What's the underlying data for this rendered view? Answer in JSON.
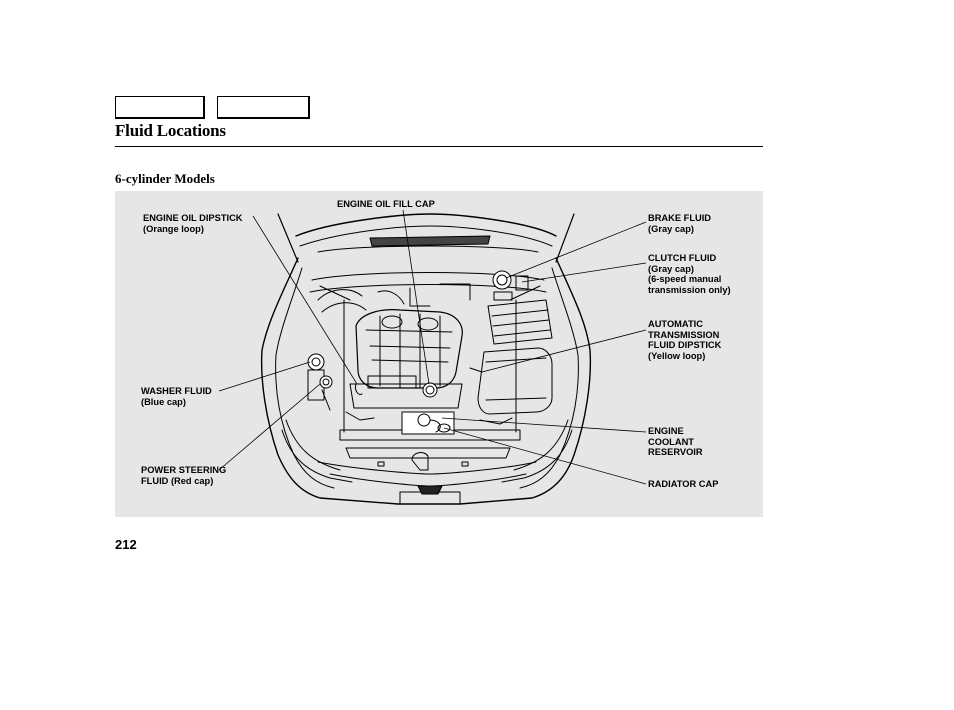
{
  "nav": {
    "box_count": 2
  },
  "header": {
    "title": "Fluid Locations"
  },
  "section": {
    "heading": "6-cylinder Models"
  },
  "callouts": {
    "engine_oil_dipstick": {
      "line1": "ENGINE OIL DIPSTICK",
      "line2": "(Orange loop)"
    },
    "engine_oil_fill_cap": {
      "line1": "ENGINE OIL FILL CAP"
    },
    "brake_fluid": {
      "line1": "BRAKE FLUID",
      "line2": "(Gray cap)"
    },
    "clutch_fluid": {
      "line1": "CLUTCH FLUID",
      "line2": "(Gray cap)",
      "line3": "(6-speed manual",
      "line4": "transmission only)"
    },
    "atf_dipstick": {
      "line1": "AUTOMATIC",
      "line2": "TRANSMISSION",
      "line3": "FLUID DIPSTICK",
      "line4": "(Yellow loop)"
    },
    "washer_fluid": {
      "line1": "WASHER FLUID",
      "line2": "(Blue cap)"
    },
    "power_steering": {
      "line1": "POWER STEERING",
      "line2": "FLUID (Red cap)"
    },
    "coolant_reservoir": {
      "line1": "ENGINE",
      "line2": "COOLANT",
      "line3": "RESERVOIR"
    },
    "radiator_cap": {
      "line1": "RADIATOR CAP"
    }
  },
  "footer": {
    "page_number": "212"
  },
  "colors": {
    "panel_bg": "#e6e6e6",
    "line": "#000000",
    "rule": "#000000"
  }
}
